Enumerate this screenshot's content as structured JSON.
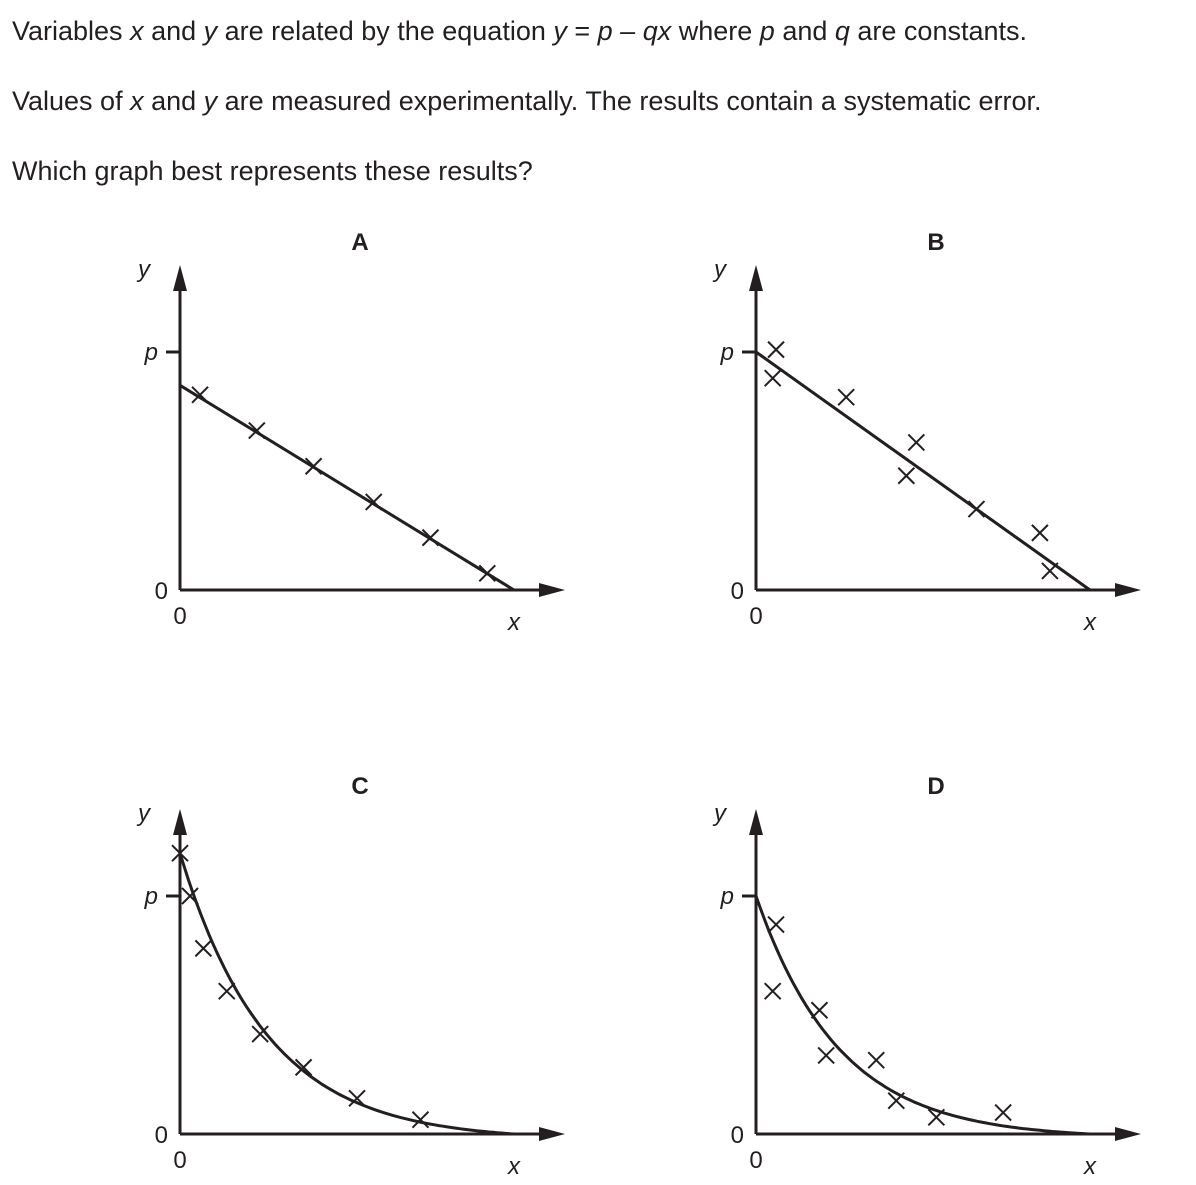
{
  "question": {
    "line1": {
      "t1": "Variables ",
      "x1": "x",
      "t2": " and ",
      "y1": "y",
      "t3": " are related by the equation ",
      "y2": "y",
      "t4": " = ",
      "p1": "p",
      "t5": " – ",
      "qx": "qx",
      "t6": " where ",
      "p2": "p",
      "t7": " and ",
      "q": "q",
      "t8": " are constants."
    },
    "line2": {
      "t1": "Values of ",
      "x1": "x",
      "t2": " and ",
      "y1": "y",
      "t3": " are measured experimentally. The results contain a systematic error."
    },
    "line3": "Which graph best represents these results?"
  },
  "chart_data": [
    {
      "type": "scatter",
      "title": "A",
      "xlabel": "x",
      "ylabel": "y",
      "x_tick_labels": [
        "0"
      ],
      "y_tick_labels": [
        "0",
        "p"
      ],
      "ylim": [
        0,
        1.2
      ],
      "xlim": [
        0,
        1.15
      ],
      "line": {
        "shape": "linear",
        "intercept": 0.86,
        "slope": -0.86,
        "x_end": 1.0
      },
      "points": [
        {
          "x": 0.06,
          "y": 0.82
        },
        {
          "x": 0.23,
          "y": 0.67
        },
        {
          "x": 0.4,
          "y": 0.52
        },
        {
          "x": 0.58,
          "y": 0.37
        },
        {
          "x": 0.75,
          "y": 0.22
        },
        {
          "x": 0.92,
          "y": 0.07
        }
      ]
    },
    {
      "type": "scatter",
      "title": "B",
      "xlabel": "x",
      "ylabel": "y",
      "x_tick_labels": [
        "0"
      ],
      "y_tick_labels": [
        "0",
        "p"
      ],
      "ylim": [
        0,
        1.2
      ],
      "xlim": [
        0,
        1.15
      ],
      "line": {
        "shape": "linear",
        "intercept": 1.0,
        "slope": -1.0,
        "x_end": 1.0
      },
      "points": [
        {
          "x": 0.06,
          "y": 1.01
        },
        {
          "x": 0.05,
          "y": 0.89
        },
        {
          "x": 0.27,
          "y": 0.81
        },
        {
          "x": 0.48,
          "y": 0.62
        },
        {
          "x": 0.45,
          "y": 0.48
        },
        {
          "x": 0.66,
          "y": 0.34
        },
        {
          "x": 0.85,
          "y": 0.24
        },
        {
          "x": 0.88,
          "y": 0.08
        }
      ]
    },
    {
      "type": "scatter",
      "title": "C",
      "xlabel": "x",
      "ylabel": "y",
      "x_tick_labels": [
        "0"
      ],
      "y_tick_labels": [
        "0",
        "p"
      ],
      "ylim": [
        0,
        1.2
      ],
      "xlim": [
        0,
        1.15
      ],
      "line": {
        "shape": "decay",
        "y0": 1.18,
        "tau": 0.26,
        "x_end": 1.0
      },
      "points": [
        {
          "x": 0.0,
          "y": 1.18
        },
        {
          "x": 0.03,
          "y": 1.0
        },
        {
          "x": 0.07,
          "y": 0.78
        },
        {
          "x": 0.14,
          "y": 0.6
        },
        {
          "x": 0.24,
          "y": 0.42
        },
        {
          "x": 0.37,
          "y": 0.28
        },
        {
          "x": 0.53,
          "y": 0.15
        },
        {
          "x": 0.72,
          "y": 0.06
        }
      ]
    },
    {
      "type": "scatter",
      "title": "D",
      "xlabel": "x",
      "ylabel": "y",
      "x_tick_labels": [
        "0"
      ],
      "y_tick_labels": [
        "0",
        "p"
      ],
      "ylim": [
        0,
        1.2
      ],
      "xlim": [
        0,
        1.15
      ],
      "line": {
        "shape": "decay",
        "y0": 1.0,
        "tau": 0.25,
        "x_end": 1.0
      },
      "points": [
        {
          "x": 0.06,
          "y": 0.88
        },
        {
          "x": 0.05,
          "y": 0.6
        },
        {
          "x": 0.19,
          "y": 0.52
        },
        {
          "x": 0.21,
          "y": 0.33
        },
        {
          "x": 0.36,
          "y": 0.31
        },
        {
          "x": 0.42,
          "y": 0.14
        },
        {
          "x": 0.54,
          "y": 0.07
        },
        {
          "x": 0.74,
          "y": 0.09
        }
      ]
    }
  ]
}
